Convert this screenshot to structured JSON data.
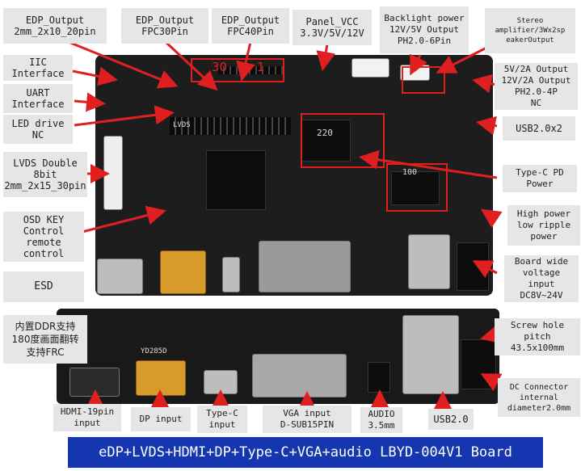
{
  "top_labels": {
    "edp_2x10": "EDP_Output\n2mm_2x10_20pin",
    "edp_fpc30": "EDP_Output\nFPC30Pin",
    "edp_fpc40": "EDP_Output\nFPC40Pin",
    "panel_vcc": "Panel_VCC\n3.3V/5V/12V",
    "backlight": "Backlight power\n12V/5V Output\nPH2.0-6Pin",
    "stereo": "Stereo\namplifier/3Wx2sp\neakerOutput"
  },
  "left_labels": {
    "iic": "IIC\nInterface",
    "uart": "UART\nInterface",
    "led": "LED drive\nNC",
    "lvds": "LVDS Double\n8bit\n2mm_2x15_30pin",
    "osd": "OSD KEY\nControl\nremote\ncontrol",
    "esd": "ESD",
    "ddr": "内置DDR支持\n180度画面翻转\n支持FRC"
  },
  "right_labels": {
    "out_5v": "5V/2A Output\n12V/2A Output\nPH2.0-4P\nNC",
    "usb2x2": "USB2.0x2",
    "typec_pd": "Type-C PD\nPower",
    "high_power": "High power\nlow ripple\npower",
    "wide_voltage": "Board wide\nvoltage\ninput\nDC8V~24V",
    "screw": "Screw hole\npitch\n43.5x100mm",
    "dc_conn": "DC Connector\ninternal\ndiameter2.0mm"
  },
  "bottom_labels": {
    "hdmi": "HDMI-19pin\ninput",
    "dp": "DP input",
    "typec": "Type-C\ninput",
    "vga": "VGA input\nD-SUB15PIN",
    "audio": "AUDIO\n3.5mm",
    "usb": "USB2.0"
  },
  "board_marks": {
    "conn30": "30",
    "conn1": "1",
    "lvds": "LVDS",
    "l220": "220",
    "l100": "100",
    "model": "YD285D"
  },
  "banner": "eDP+LVDS+HDMI+DP+Type-C+VGA+audio  LBYD-004V1 Board",
  "colors": {
    "label_bg": "#e6e6e6",
    "banner_bg": "#1436b0",
    "arrow": "#e02020",
    "board": "#1d1d1d"
  }
}
